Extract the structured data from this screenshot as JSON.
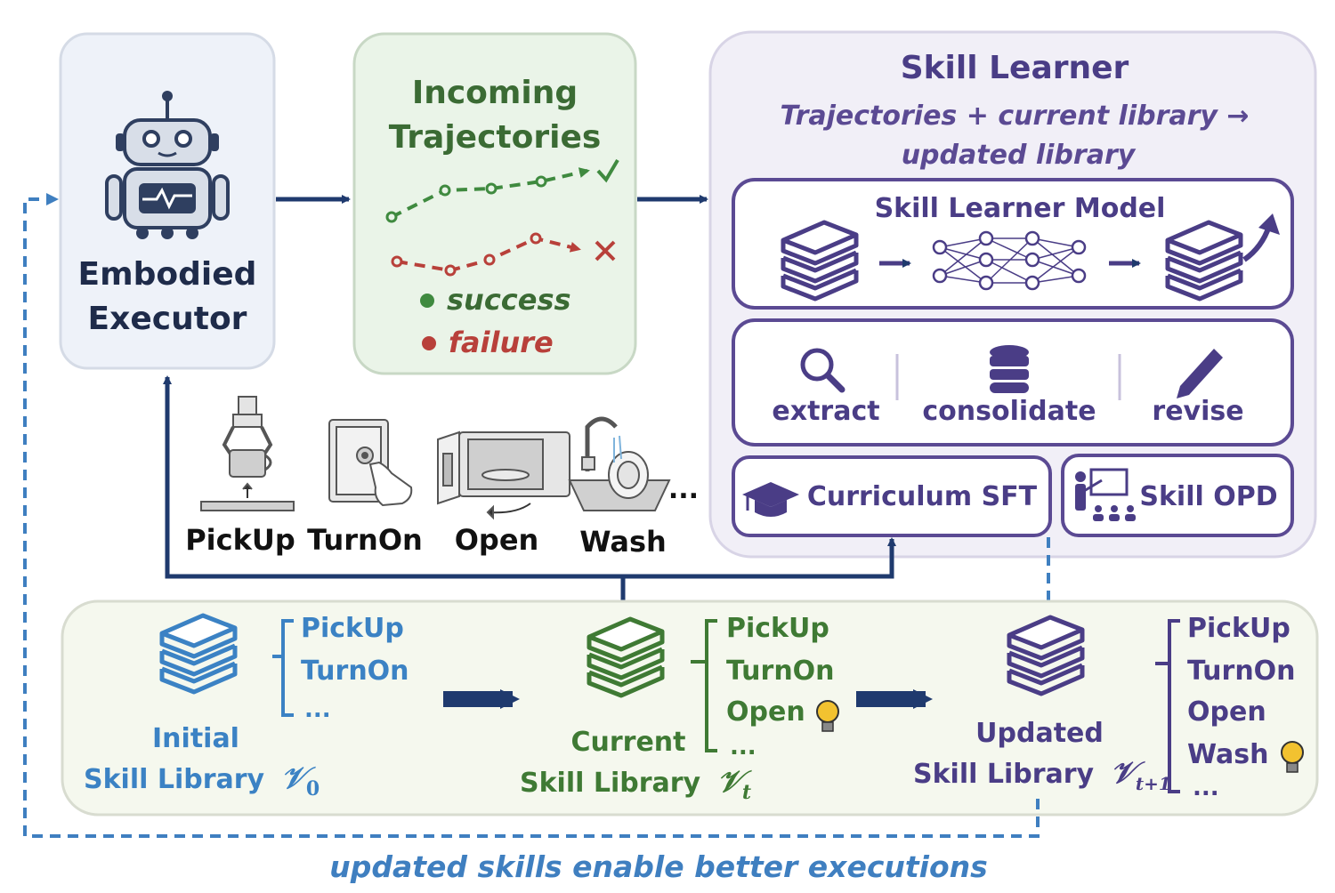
{
  "executor": {
    "title_line1": "Embodied",
    "title_line2": "Executor",
    "icon": "robot-icon"
  },
  "trajectories": {
    "title_line1": "Incoming",
    "title_line2": "Trajectories",
    "legend_success": "success",
    "legend_failure": "failure",
    "success_color": "#3f8a3f",
    "failure_color": "#b8403a"
  },
  "learner": {
    "title": "Skill Learner",
    "subtitle_line1": "Trajectories + current library →",
    "subtitle_line2": "updated library",
    "model_title": "Skill Learner Model",
    "ops": [
      "extract",
      "consolidate",
      "revise"
    ],
    "curriculum": "Curriculum SFT",
    "opd": "Skill OPD",
    "color": "#5b4a93"
  },
  "skills_row": {
    "labels": [
      "PickUp",
      "TurnOn",
      "Open",
      "Wash"
    ],
    "ellipsis": "..."
  },
  "libraries": {
    "initial": {
      "title_line1": "Initial",
      "title_line2": "Skill Library",
      "var": "𝒱",
      "sub": "0",
      "items": [
        "PickUp",
        "TurnOn",
        "..."
      ],
      "color": "#3b82c4"
    },
    "current": {
      "title_line1": "Current",
      "title_line2": "Skill Library",
      "var": "𝒱",
      "sub": "t",
      "items": [
        "PickUp",
        "TurnOn",
        "Open",
        "..."
      ],
      "color": "#3f7a34"
    },
    "updated": {
      "title_line1": "Updated",
      "title_line2": "Skill Library",
      "var": "𝒱",
      "sub": "t+1",
      "items": [
        "PickUp",
        "TurnOn",
        "Open",
        "Wash",
        "..."
      ],
      "color": "#4a3d86"
    }
  },
  "footer": "updated skills enable better executions",
  "colors": {
    "navy": "#1f3a6e",
    "dashed_blue": "#3f7fc0",
    "text_dark": "#1e2b4a"
  }
}
